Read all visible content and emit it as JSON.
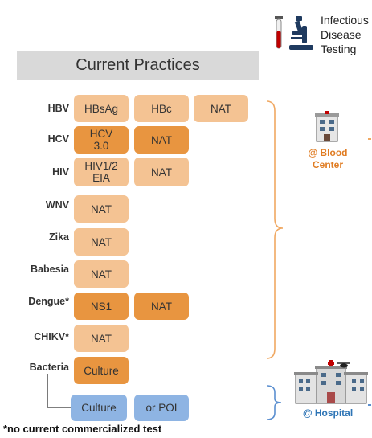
{
  "header": {
    "line1": "Infectious",
    "line2": "Disease",
    "line3": "Testing"
  },
  "title": "Current Practices",
  "rows": [
    {
      "label": "HBV",
      "tests": [
        "HBsAg",
        "HBc",
        "NAT"
      ]
    },
    {
      "label": "HCV",
      "tests": [
        "HCV\n3.0",
        "NAT"
      ]
    },
    {
      "label": "HIV",
      "tests": [
        "HIV1/2\nEIA",
        "NAT"
      ]
    },
    {
      "label": "WNV",
      "tests": [
        "NAT"
      ]
    },
    {
      "label": "Zika",
      "tests": [
        "NAT"
      ]
    },
    {
      "label": "Babesia",
      "tests": [
        "NAT"
      ]
    },
    {
      "label": "Dengue*",
      "tests": [
        "NS1",
        "NAT"
      ]
    },
    {
      "label": "CHIKV*",
      "tests": [
        "NAT"
      ]
    },
    {
      "label": "Bacteria",
      "tests": [
        "Culture"
      ]
    }
  ],
  "hospital_tests": [
    "Culture",
    "or POI"
  ],
  "sites": {
    "blood_center": "@ Blood\nCenter",
    "hospital": "@ Hospital"
  },
  "footnote": "*no current commercialized test",
  "colors": {
    "light": "#f4c393",
    "dark": "#e89540",
    "blue": "#8eb4e3",
    "orange_text": "#e07c22",
    "blue_text": "#2e75b6"
  }
}
